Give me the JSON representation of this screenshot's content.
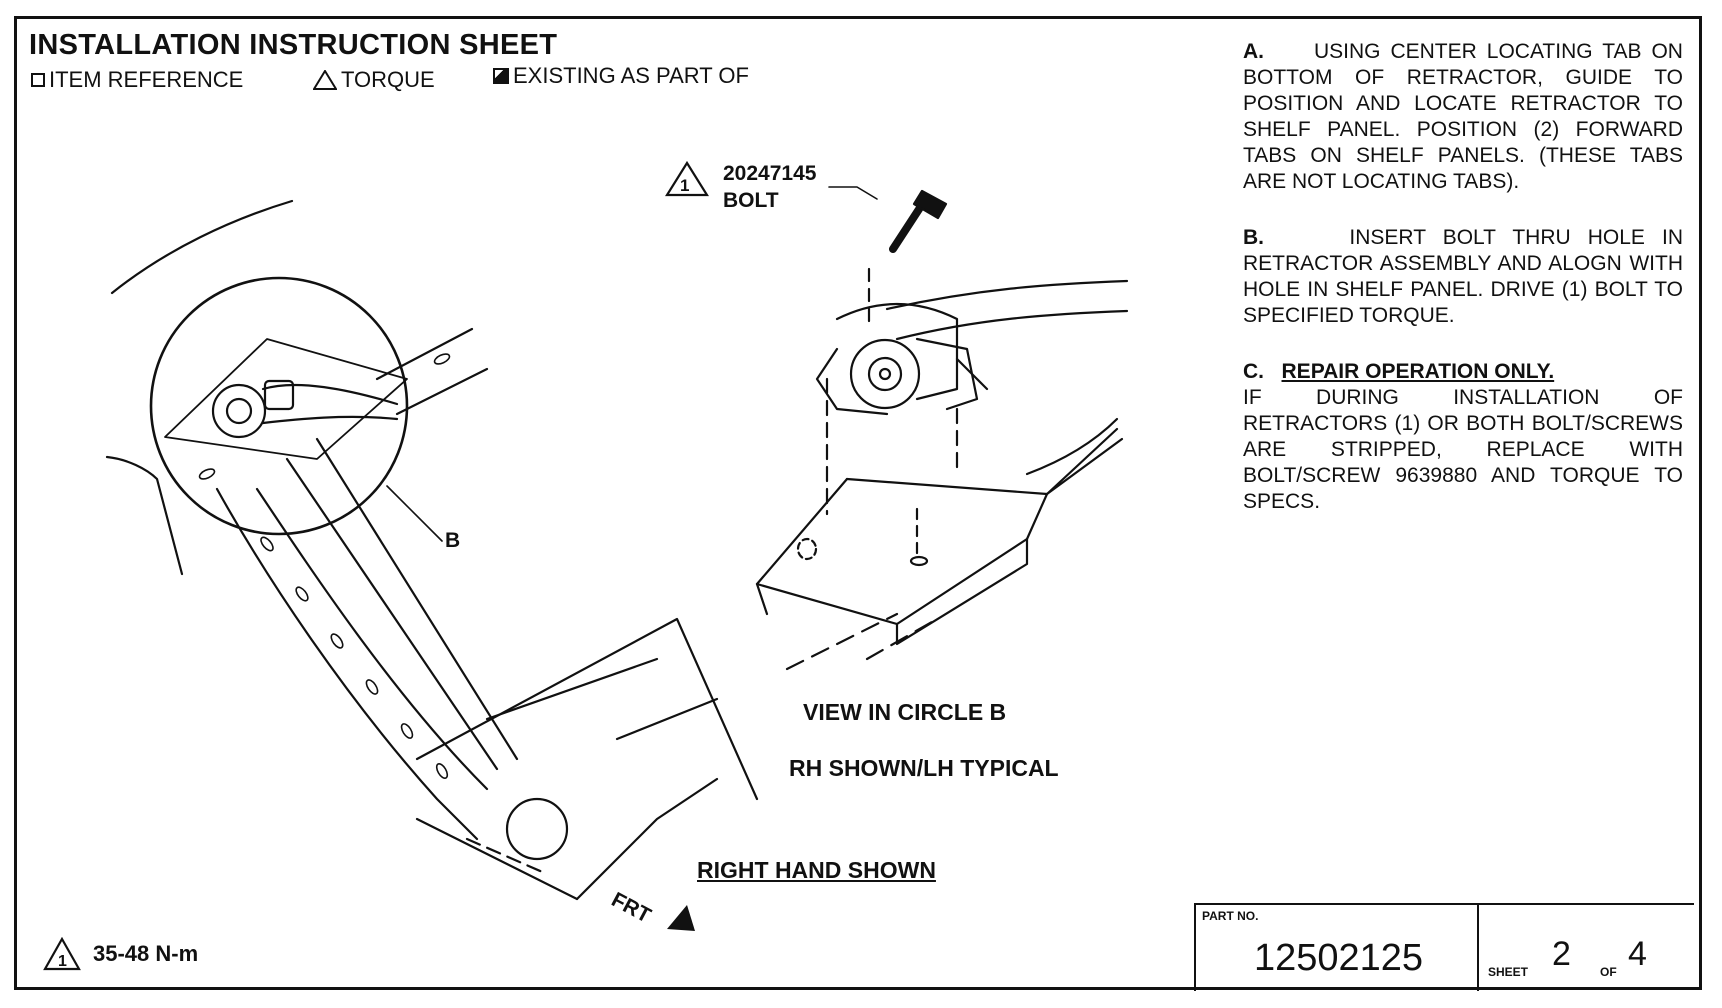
{
  "header": {
    "title": "INSTALLATION INSTRUCTION SHEET",
    "legend_item_reference": "ITEM REFERENCE",
    "legend_torque": "TORQUE",
    "legend_existing": "EXISTING AS PART OF"
  },
  "callout": {
    "number": "1",
    "part_number": "20247145",
    "part_name": "BOLT"
  },
  "diagram_labels": {
    "circle_label": "B",
    "front_arrow": "FRT"
  },
  "captions": {
    "view": "VIEW IN CIRCLE B",
    "rh_lh": "RH SHOWN/LH TYPICAL",
    "right_hand": "RIGHT HAND SHOWN"
  },
  "instructions": [
    {
      "letter": "A.",
      "heading": "",
      "text": "USING CENTER LOCATING TAB ON BOTTOM OF RETRACTOR, GUIDE TO POSITION AND LOCATE RETRACTOR TO SHELF PANEL. POSITION (2) FORWARD TABS ON SHELF PANELS. (THESE TABS ARE NOT LOCATING TABS)."
    },
    {
      "letter": "B.",
      "heading": "",
      "text": "INSERT BOLT THRU HOLE IN RETRACTOR ASSEMBLY AND ALOGN WITH HOLE IN SHELF PANEL. DRIVE (1) BOLT TO SPECIFIED TORQUE."
    },
    {
      "letter": "C.",
      "heading": "REPAIR OPERATION ONLY.",
      "text": "IF DURING INSTALLATION OF RETRACTORS (1) OR BOTH BOLT/SCREWS ARE STRIPPED, REPLACE WITH BOLT/SCREW 9639880 AND TORQUE TO SPECS."
    }
  ],
  "torque_note": {
    "number": "1",
    "value": "35-48 N-m"
  },
  "title_block": {
    "part_no_label": "PART NO.",
    "part_no": "12502125",
    "sheet_label": "SHEET",
    "sheet": "2",
    "of_label": "OF",
    "total": "4"
  },
  "icons": [
    "square-outline-icon",
    "triangle-icon",
    "filled-square-icon",
    "front-arrow-icon"
  ]
}
